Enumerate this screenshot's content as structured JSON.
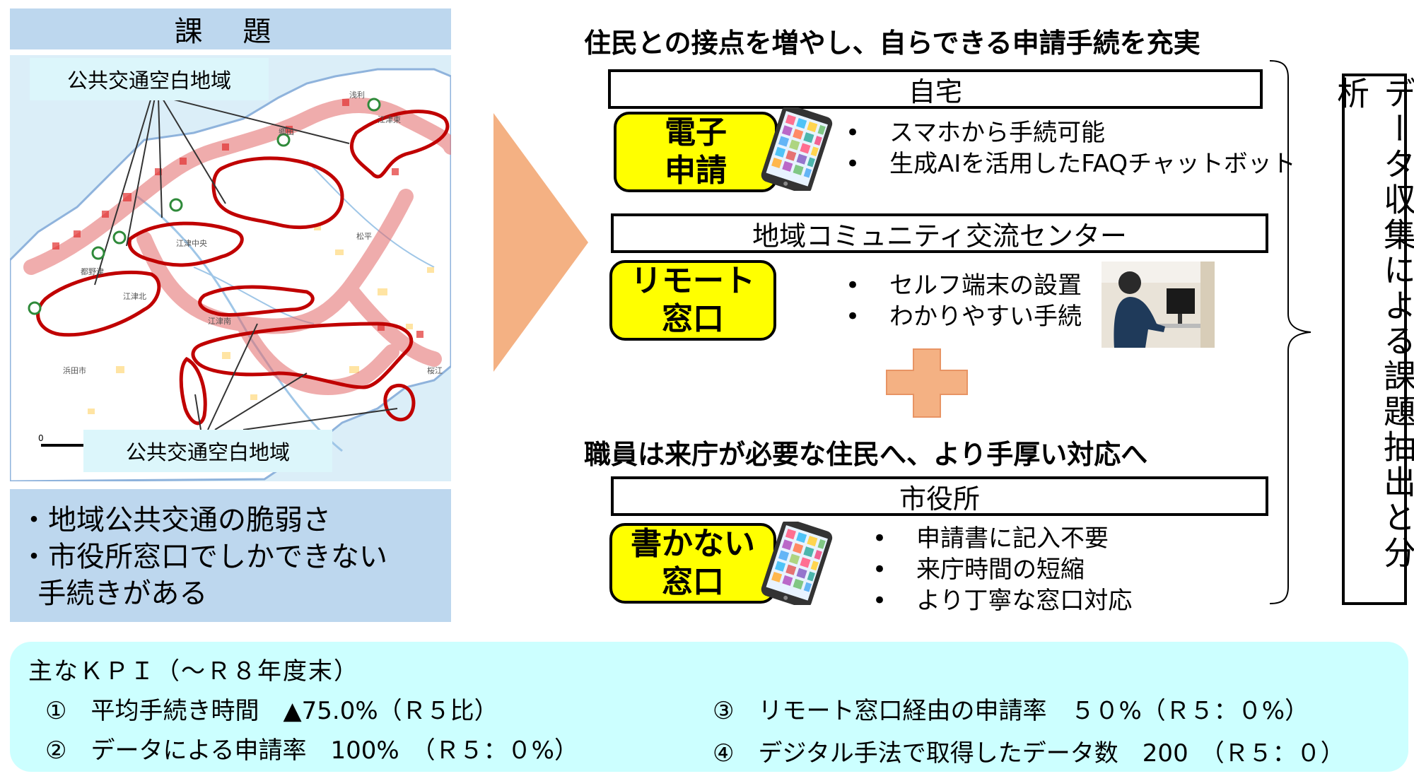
{
  "left": {
    "title": "課 題",
    "map_labels": [
      "公共交通空白地域",
      "公共交通空白地域"
    ],
    "map_place_names": [
      "江津東",
      "江津中央",
      "江津北",
      "江津南",
      "浜田市",
      "桜江",
      "都野津",
      "郷田",
      "浅利",
      "松平"
    ],
    "scale_label": "0",
    "problems": [
      "・地域公共交通の脆弱さ",
      "・市役所窓口でしかできない",
      "  手続きがある"
    ]
  },
  "right": {
    "heading1": "住民との接点を増やし、自らできる申請手続を充実",
    "section1": {
      "place": "自宅",
      "badge": [
        "電子",
        "申請"
      ],
      "bullets": [
        "スマホから手続可能",
        "生成AIを活用したFAQチャットボット"
      ]
    },
    "section2": {
      "place": "地域コミュニティ交流センター",
      "badge": [
        "リモート",
        "窓口"
      ],
      "bullets": [
        "セルフ端末の設置",
        "わかりやすい手続"
      ]
    },
    "heading2": "職員は来庁が必要な住民へ、より手厚い対応へ",
    "section3": {
      "place": "市役所",
      "badge": [
        "書かない",
        "窓口"
      ],
      "bullets": [
        "申請書に記入不要",
        "来庁時間の短縮",
        "より丁寧な窓口対応"
      ]
    },
    "vertical_label": "データ収集による課題抽出と分析"
  },
  "kpi": {
    "title": "主なＫＰＩ（～Ｒ８年度末）",
    "items": [
      "①　平均手続き時間　▲75.0%（Ｒ５比）",
      "②　データによる申請率　100%　（Ｒ５：０%）",
      "③　リモート窓口経由の申請率　５０%（Ｒ５：０%）",
      "④　デジタル手法で取得したデータ数　200　（Ｒ５：０）"
    ]
  },
  "colors": {
    "header_blue": "#bdd7ee",
    "badge_yellow": "#ffff00",
    "arrow_orange": "#f4b183",
    "plus_orange": "#f4b183",
    "kpi_cyan": "#ccffff",
    "map_outline_red": "#c00000"
  },
  "icons": [
    "smartphone-icon",
    "smartphone-icon",
    "remote-terminal-photo",
    "arrow-right-icon",
    "plus-icon",
    "brace-icon"
  ]
}
